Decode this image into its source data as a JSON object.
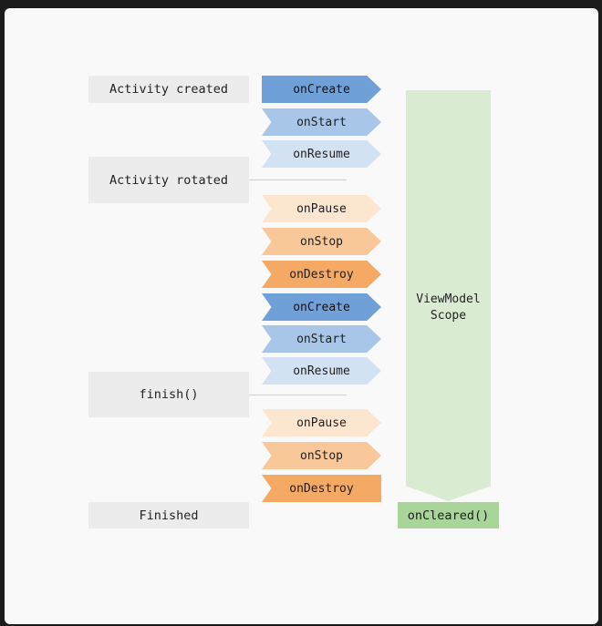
{
  "events": {
    "created": "Activity created",
    "rotated": "Activity rotated",
    "finish": "finish()",
    "finished": "Finished"
  },
  "steps": [
    {
      "label": "onCreate",
      "kind": "create"
    },
    {
      "label": "onStart",
      "kind": "start"
    },
    {
      "label": "onResume",
      "kind": "resume"
    },
    {
      "label": "onPause",
      "kind": "pause"
    },
    {
      "label": "onStop",
      "kind": "stop"
    },
    {
      "label": "onDestroy",
      "kind": "destroy"
    },
    {
      "label": "onCreate",
      "kind": "create"
    },
    {
      "label": "onStart",
      "kind": "start"
    },
    {
      "label": "onResume",
      "kind": "resume"
    },
    {
      "label": "onPause",
      "kind": "pause"
    },
    {
      "label": "onStop",
      "kind": "stop"
    },
    {
      "label": "onDestroy",
      "kind": "destroy"
    }
  ],
  "scope": {
    "label": "ViewModel\nScope"
  },
  "cleared": {
    "label": "onCleared()"
  },
  "colors": {
    "create": "#6fa1d8",
    "start": "#a7c6e8",
    "resume": "#d2e2f2",
    "pause": "#fce6d0",
    "stop": "#f9c89a",
    "destroy": "#f4a964",
    "scope": "#d9ecd3",
    "cleared": "#a9d59a"
  }
}
